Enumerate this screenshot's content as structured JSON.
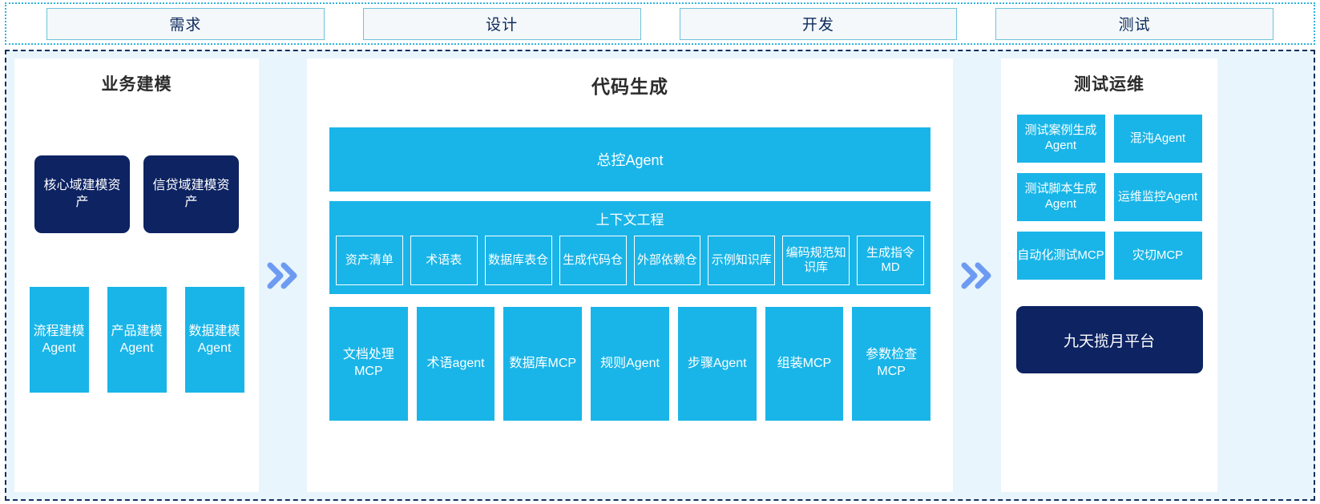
{
  "phases": [
    {
      "label": "需求"
    },
    {
      "label": "设计"
    },
    {
      "label": "开发"
    },
    {
      "label": "测试"
    }
  ],
  "colors": {
    "accent_blue": "#19b5e8",
    "navy": "#0d2362",
    "chevron_blue": "#6d9bf1",
    "canvas_bg": "#e9f5fd",
    "phase_border": "#6fc2dd",
    "frame_border": "#14305e"
  },
  "left_panel": {
    "title": "业务建模",
    "assets": [
      {
        "label": "核心域建模资产"
      },
      {
        "label": "信贷域建模资产"
      }
    ],
    "agents": [
      {
        "label": "流程建模Agent"
      },
      {
        "label": "产品建模Agent"
      },
      {
        "label": "数据建模Agent"
      }
    ]
  },
  "center_panel": {
    "title": "代码生成",
    "master_agent": "总控Agent",
    "context": {
      "title": "上下文工程",
      "items": [
        {
          "label": "资产清单"
        },
        {
          "label": "术语表"
        },
        {
          "label": "数据库表仓"
        },
        {
          "label": "生成代码仓"
        },
        {
          "label": "外部依赖仓"
        },
        {
          "label": "示例知识库"
        },
        {
          "label": "编码规范知识库"
        },
        {
          "label": "生成指令MD"
        }
      ]
    },
    "tools": [
      {
        "label": "文档处理MCP"
      },
      {
        "label": "术语agent"
      },
      {
        "label": "数据库MCP"
      },
      {
        "label": "规则Agent"
      },
      {
        "label": "步骤Agent"
      },
      {
        "label": "组装MCP"
      },
      {
        "label": "参数检查MCP"
      }
    ]
  },
  "right_panel": {
    "title": "测试运维",
    "items": [
      {
        "label": "测试案例生成Agent"
      },
      {
        "label": "混沌Agent"
      },
      {
        "label": "测试脚本生成Agent"
      },
      {
        "label": "运维监控Agent"
      },
      {
        "label": "自动化测试MCP"
      },
      {
        "label": "灾切MCP"
      }
    ],
    "platform": "九天揽月平台"
  },
  "chevrons": [
    {
      "glyph": "»"
    },
    {
      "glyph": "»"
    }
  ]
}
